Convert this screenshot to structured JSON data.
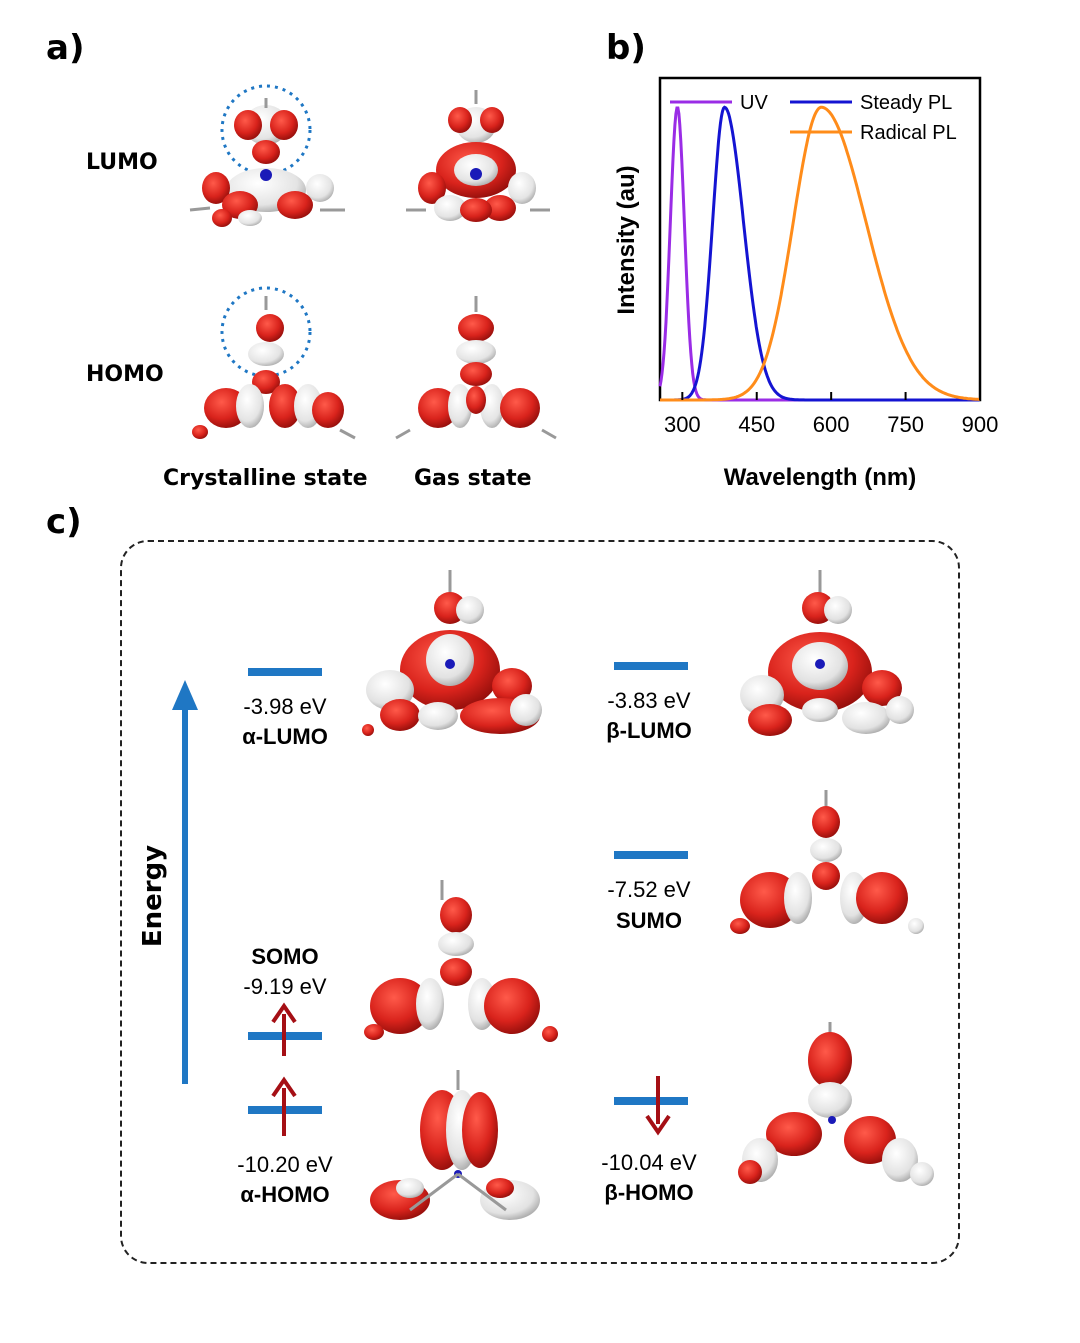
{
  "panel_labels": {
    "a": "a)",
    "b": "b)",
    "c": "c)"
  },
  "panel_a": {
    "row_labels": [
      "LUMO",
      "HOMO"
    ],
    "column_labels": [
      "Crystalline state",
      "Gas state"
    ]
  },
  "panel_c": {
    "energy_label": "Energy",
    "levels": {
      "alpha_lumo": {
        "energy": "-3.98 eV",
        "name": "α-LUMO"
      },
      "beta_lumo": {
        "energy": "-3.83 eV",
        "name": "β-LUMO"
      },
      "sumo": {
        "energy": "-7.52 eV",
        "name": "SUMO"
      },
      "somo": {
        "energy": "-9.19 eV",
        "name": "SOMO"
      },
      "alpha_homo": {
        "energy": "-10.20 eV",
        "name": "α-HOMO"
      },
      "beta_homo": {
        "energy": "-10.04 eV",
        "name": "β-HOMO"
      }
    }
  },
  "colors": {
    "orbital_red": "#d9231c",
    "orbital_white": "#ececec",
    "level_blue": "#1f77c4",
    "arrow_red": "#a50f15"
  },
  "chart_data": {
    "type": "line",
    "xlabel": "Wavelength (nm)",
    "ylabel": "Intensity (au)",
    "xlim": [
      255,
      900
    ],
    "ylim": [
      0,
      1.1
    ],
    "xticks": [
      300,
      450,
      600,
      750,
      900
    ],
    "legend": "top",
    "series": [
      {
        "name": "UV",
        "color": "#9a2ce6",
        "peak": 290,
        "width": 20,
        "tailed": false
      },
      {
        "name": "Steady PL",
        "color": "#1414d2",
        "peak": 385,
        "width": 34,
        "tailed": true
      },
      {
        "name": "Radical PL",
        "color": "#ff8c1a",
        "peak": 580,
        "width": 80,
        "tailed": true
      }
    ]
  }
}
